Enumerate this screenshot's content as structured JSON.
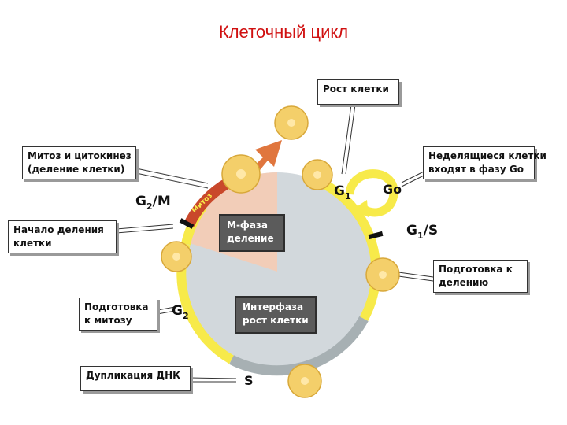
{
  "title": "Клеточный цикл",
  "diagram": {
    "labels": {
      "growth": "Рост клетки",
      "mitosis_line1": "Митоз и цитокинез",
      "mitosis_line2": "(деление клетки)",
      "nondividing_line1": "Неделящиеся клетки",
      "nondividing_line2": "входят в фазу Go",
      "division_start_line1": "Начало деления",
      "division_start_line2": "клетки",
      "prep_division_line1": "Подготовка к",
      "prep_division_line2": "делению",
      "prep_mitosis_line1": "Подготовка",
      "prep_mitosis_line2": "к митозу",
      "dna_duplication": "Дупликация ДНК"
    },
    "phases": {
      "m_phase_line1": "М-фаза",
      "m_phase_line2": "деление",
      "interphase_line1": "Интерфаза",
      "interphase_line2": "рост клетки",
      "mitosis_arc": "Митоз"
    },
    "checkpoints": {
      "g1": "G",
      "g1_sub": "1",
      "g0": "Go",
      "g1s_main": "G",
      "g1s_sub": "1",
      "g1s_rest": "/S",
      "g2m_main": "G",
      "g2m_sub": "2",
      "g2m_rest": "/M",
      "g2": "G",
      "g2_sub": "2",
      "s": "S"
    },
    "colors": {
      "cycle_yellow": "#f7ea4a",
      "cell_fill": "#f4cf6a",
      "circle_fill": "#d2d8dc",
      "m_sector": "#f2cdb8",
      "s_arc": "#a7b0b3",
      "arrow": "#e0763e",
      "title": "#d01010"
    }
  }
}
